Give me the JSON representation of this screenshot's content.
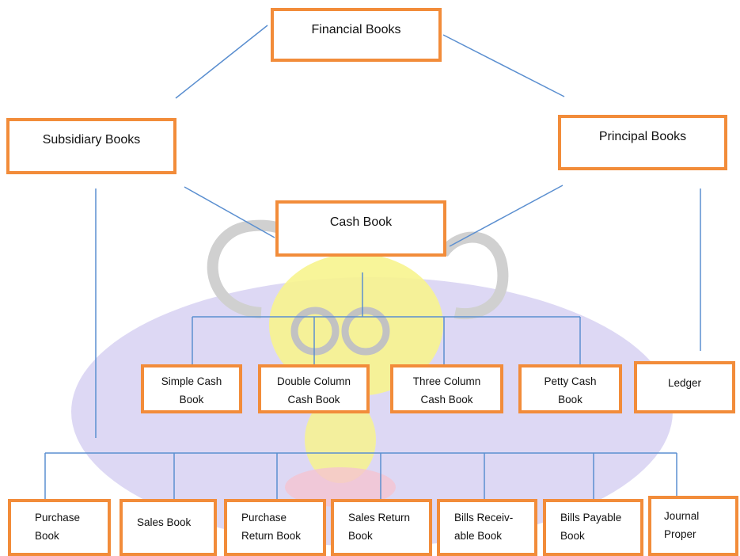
{
  "colors": {
    "box_border": "#f28c3a",
    "connector": "#5b8fd0",
    "watermark_body": "#c9c3ee",
    "watermark_face": "#f6f27a",
    "watermark_outline": "#c8c8c8"
  },
  "nodes": {
    "financial": "Financial Books",
    "subsidiary": "Subsidiary Books",
    "principal": "Principal Books",
    "cash_book": "Cash Book",
    "simple_cash": "Simple Cash\nBook",
    "double_column": "Double Column\nCash Book",
    "three_column": "Three Column\nCash Book",
    "petty_cash": "Petty Cash\nBook",
    "ledger": "Ledger",
    "purchase": "Purchase\nBook",
    "sales": "Sales Book",
    "purchase_return": "Purchase\nReturn Book",
    "sales_return": "Sales    Return\nBook",
    "bills_receivable": "Bills     Receiv-\nable Book",
    "bills_payable": "Bills    Payable\nBook",
    "journal_proper": "Journal\nProper"
  }
}
